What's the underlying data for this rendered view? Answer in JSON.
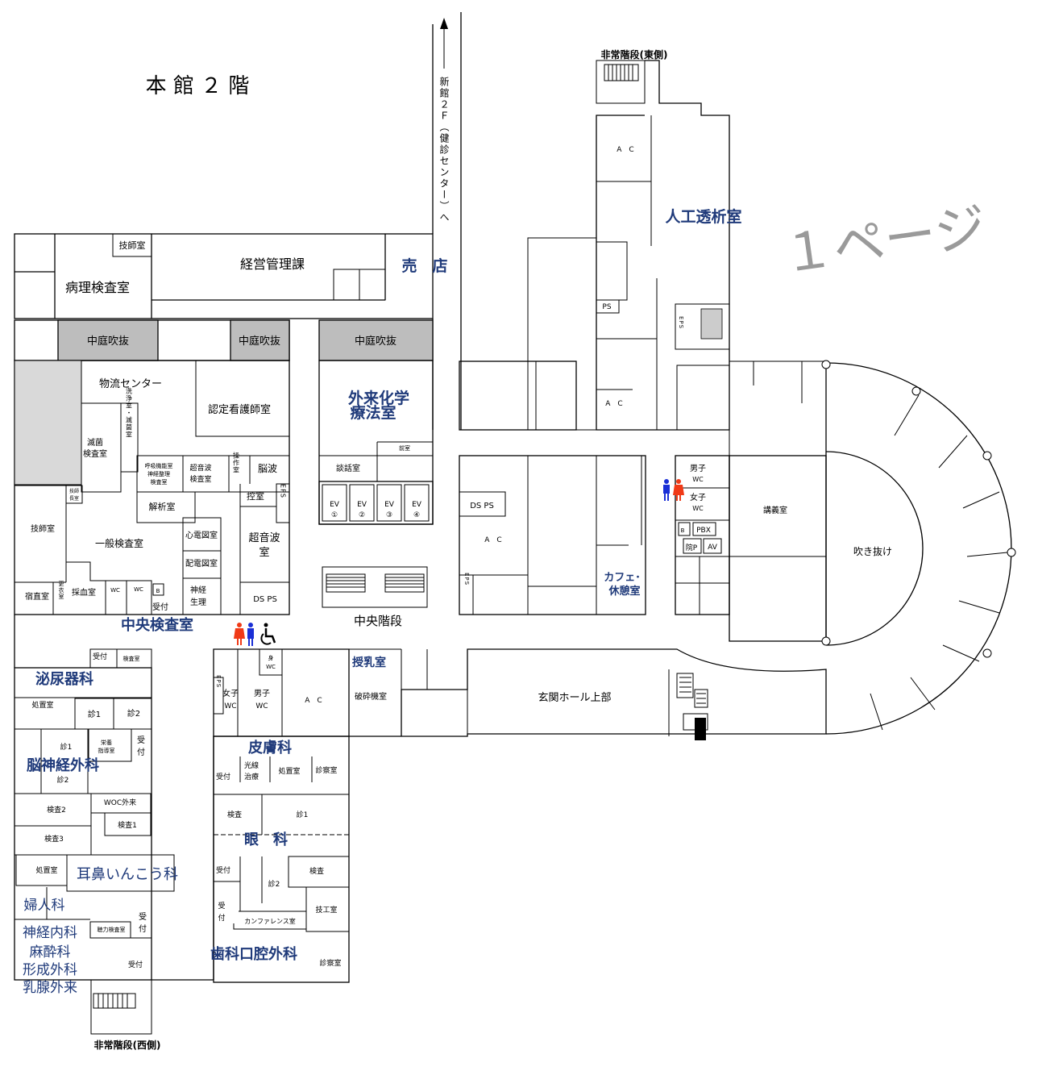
{
  "title": "本 館 ２ 階",
  "direction_sign": "新館２Ｆ（健診センター）へ",
  "watermark": "１ページ",
  "colors": {
    "department": "#1f3a7a",
    "courtyard": "#bdbdbd",
    "storage": "#d9d9d9",
    "male_icon": "#1a2fd6",
    "female_icon": "#f03a17",
    "watermark": "#9a9a9a"
  },
  "departments": {
    "jinko_toseki": "人工透析室",
    "baiten": "売　店",
    "gairai_kagaku_1": "外来化学",
    "gairai_kagaku_2": "療法室",
    "chuo_kensa": "中央検査室",
    "hinyoki": "泌尿器科",
    "noshinkei": "脳神経外科",
    "hifu": "皮膚科",
    "ganka": "眼　科",
    "jibi": "耳鼻いんこう科",
    "fujin": "婦人科",
    "shinkei_naika": "神経内科",
    "masui": "麻酔科",
    "keisei": "形成外科",
    "nyusen": "乳腺外来",
    "shika": "歯科口腔外科",
    "cafe_1": "カフェ･",
    "cafe_2": "休憩室",
    "junyu": "授乳室"
  },
  "rooms": {
    "byori": "病理検査室",
    "gishi_top": "技師室",
    "keiei": "経営管理課",
    "nakaniwa_1": "中庭吹抜",
    "nakaniwa_2": "中庭吹抜",
    "nakaniwa_3": "中庭吹抜",
    "butsuryu": "物流センター",
    "nintei": "認定看護師室",
    "mekkin_1": "滅菌",
    "mekkin_2": "検査室",
    "senjo": "洗浄室・滅菌室",
    "kokyu_1": "呼吸機能室",
    "kokyu_2": "神経整理",
    "kokyu_3": "検査室",
    "choonpa_k_1": "超音波",
    "choonpa_k_2": "検査室",
    "sosa": "操作室",
    "noha": "脳波",
    "gishicho_1": "技師",
    "gishicho_2": "長室",
    "kaiseki": "解析室",
    "hikae": "控室",
    "eps_1": "EPS",
    "gishi": "技師室",
    "ippan": "一般検査室",
    "shinden": "心電図室",
    "haiden": "配電図室",
    "choonpa_1": "超音波",
    "choonpa_2": "室",
    "shukuchoku": "宿直室",
    "koi": "更衣室",
    "saiketsu": "採血室",
    "wc_a": "WC",
    "wc_b": "WC",
    "b_1": "B",
    "uketsuke_kensa": "受付",
    "shinkei_1": "神経",
    "shinkei_2": "生理",
    "dsps_1": "DS PS",
    "danwa": "談話室",
    "zenshitsu": "前室",
    "ev1": "EV",
    "ev1n": "①",
    "ev2": "EV",
    "ev2n": "②",
    "ev3": "EV",
    "ev3n": "③",
    "ev4": "EV",
    "ev4n": "④",
    "chuo_kaidan": "中央階段",
    "dsps_2": "DS PS",
    "ac_1": "A　C",
    "eps_2": "EPS",
    "ac_2": "A　C",
    "ac_3": "A　C",
    "ps": "PS",
    "eps_3": "EPS",
    "danshi_wc_1": "男子",
    "danshi_wc_2": "WC",
    "joshi_wc_1": "女子",
    "joshi_wc_2": "WC",
    "b_2": "B",
    "pbx": "PBX",
    "in_p": "院P",
    "av": "AV",
    "kogi": "講義室",
    "fukinuke": "吹き抜け",
    "hijo_east": "非常階段(東側)",
    "hijo_west": "非常階段(西側)",
    "uro_uketsuke": "受付",
    "uro_kensa": "検査室",
    "uro_shochi": "処置室",
    "uro_shin1": "診1",
    "uro_shin2": "診2",
    "neuro_shin1": "診1",
    "eiyo_1": "栄養",
    "eiyo_2": "指導室",
    "neuro_uke_1": "受",
    "neuro_uke_2": "付",
    "neuro_shin2": "診2",
    "kensa2": "検査2",
    "woc": "WOC外来",
    "kensa1": "検査1",
    "kensa3": "検査3",
    "ent_shochi": "処置室",
    "choryoku": "聴力検査室",
    "gyn_uke_1": "受",
    "gyn_uke_2": "付",
    "bottom_uketsuke": "受付",
    "tashin_wc_1": "身",
    "tashin_wc_2": "WC",
    "eps_4": "EPS",
    "joshi2_1": "女子",
    "joshi2_2": "WC",
    "danshi2_1": "男子",
    "danshi2_2": "WC",
    "ac_4": "A　C",
    "hasai": "破砕機室",
    "genkan": "玄関ホール上部",
    "derm_uketsuke": "受付",
    "kosen_1": "光線",
    "kosen_2": "治療",
    "derm_shochi": "処置室",
    "derm_shinsatsu": "診察室",
    "eye_kensa": "検査",
    "eye_shin1": "診1",
    "eye_uketsuke": "受付",
    "eye_shin2": "診2",
    "eye_kensa2": "検査",
    "dent_uke_1": "受",
    "dent_uke_2": "付",
    "giko": "技工室",
    "conference": "カンファレンス室",
    "dent_shinsatsu": "診察室"
  }
}
